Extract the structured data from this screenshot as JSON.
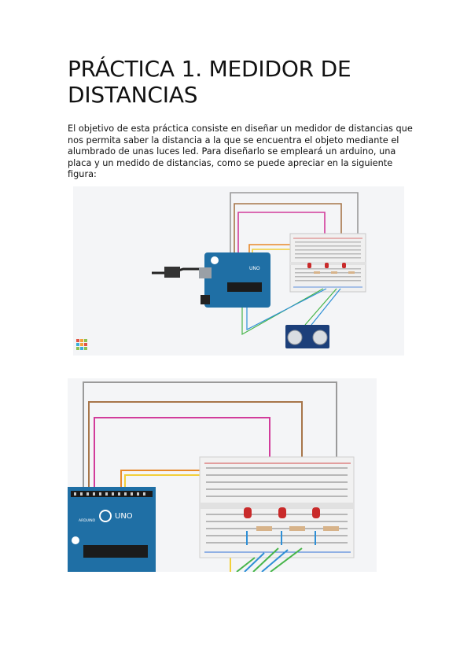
{
  "document": {
    "title": "PRÁCTICA 1. MEDIDOR DE DISTANCIAS",
    "paragraph": "El objetivo de esta práctica consiste en diseñar un medidor de distancias que nos permita saber la distancia a la que se encuentra el objeto mediante el alumbrado de unas luces led. Para diseñarlo se empleará un arduino, una placa y un medido de distancias, como se puede apreciar en la siguiente figura:"
  },
  "figures": {
    "overview": {
      "board_label": "UNO"
    },
    "closeup": {
      "board_label": "UNO",
      "board_model": "ARDUINO"
    }
  },
  "colors": {
    "arduino": "#1f6fa5",
    "wire_gray": "#9a9a9a",
    "wire_brown": "#a7764a",
    "wire_pink": "#d23c9b",
    "wire_orange": "#e8892a",
    "wire_yellow": "#f2cf3a",
    "wire_blue": "#2e8fd6",
    "wire_green": "#47b54a",
    "led_red": "#c92a2a",
    "sensor": "#1c3f7a"
  }
}
